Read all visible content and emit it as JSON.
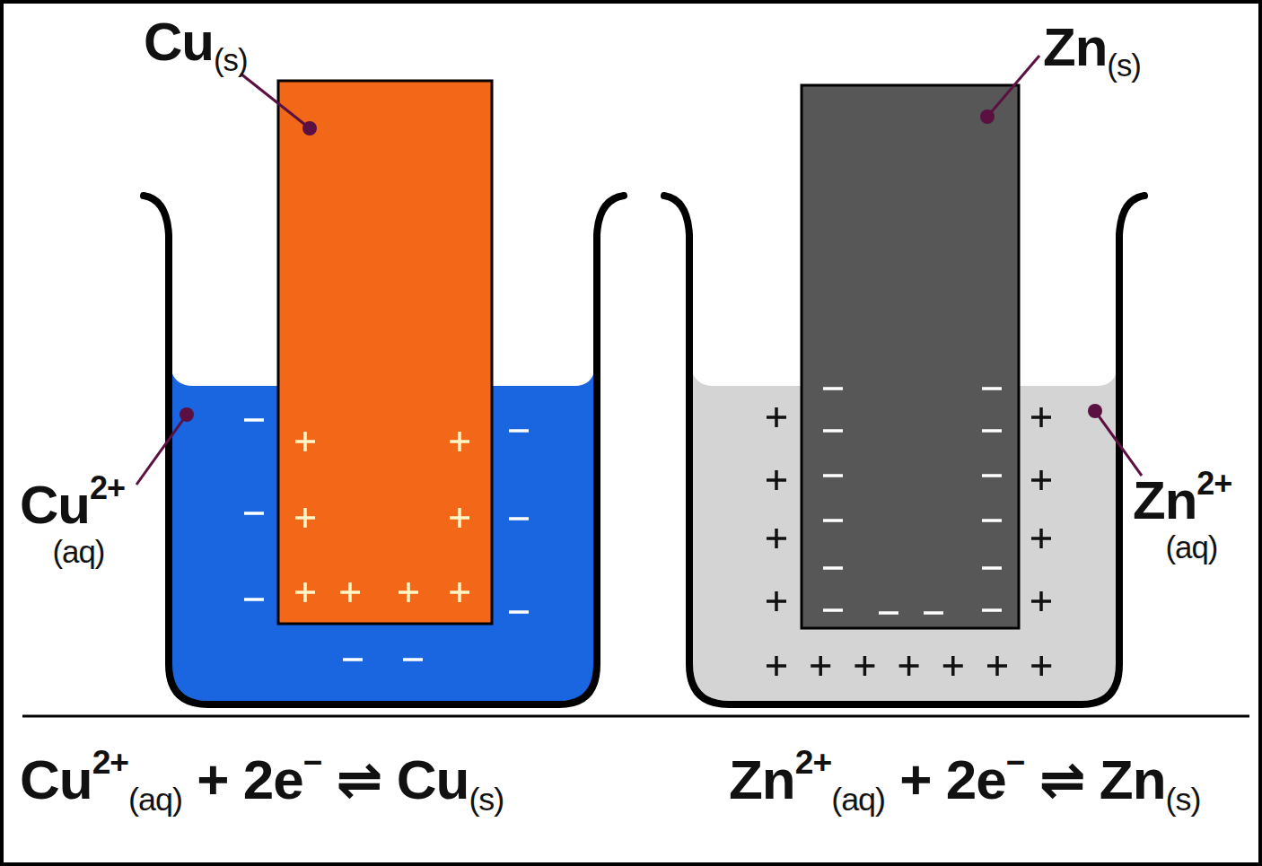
{
  "diagram": {
    "labels": [
      "Cu(s)",
      "Zn(s)",
      "Cu2+(aq)",
      "Zn2+(aq)",
      "Cu2+(aq) + 2e− ⇌ Cu(s)",
      "Zn2+(aq) + 2e− ⇌ Zn(s)"
    ]
  }
}
